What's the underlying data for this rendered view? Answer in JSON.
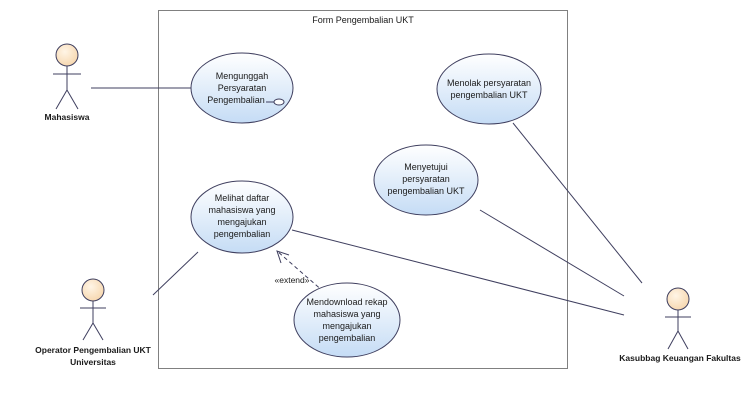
{
  "system": {
    "title": "Form Pengembalian UKT"
  },
  "actors": {
    "mahasiswa": {
      "name_lines": [
        "Mahasiswa"
      ]
    },
    "operator": {
      "name_lines": [
        "Operator Pengembalian UKT",
        "Universitas"
      ]
    },
    "kasubbag": {
      "name_lines": [
        "Kasubbag Keuangan Fakultas"
      ]
    }
  },
  "use_cases": {
    "mengunggah": {
      "lines": [
        "Mengunggah",
        "Persyaratan",
        "Pengembalian"
      ]
    },
    "melihat": {
      "lines": [
        "Melihat daftar",
        "mahasiswa yang",
        "mengajukan",
        "pengembalian"
      ]
    },
    "mendownload": {
      "lines": [
        "Mendownload rekap",
        "mahasiswa yang",
        "mengajukan",
        "pengembalian"
      ]
    },
    "menolak": {
      "lines": [
        "Menolak persyaratan",
        "pengembalian UKT"
      ]
    },
    "menyetujui": {
      "lines": [
        "Menyetujui",
        "persyaratan",
        "pengembalian UKT"
      ]
    }
  },
  "relations": {
    "extend_label": "«extend»"
  },
  "colors": {
    "actor_fill": "#fbe3c4",
    "uc_fill_top": "#ffffff",
    "uc_fill_bottom": "#c9def5",
    "line": "#3f3f5f",
    "frame": "#7a7a7a"
  }
}
